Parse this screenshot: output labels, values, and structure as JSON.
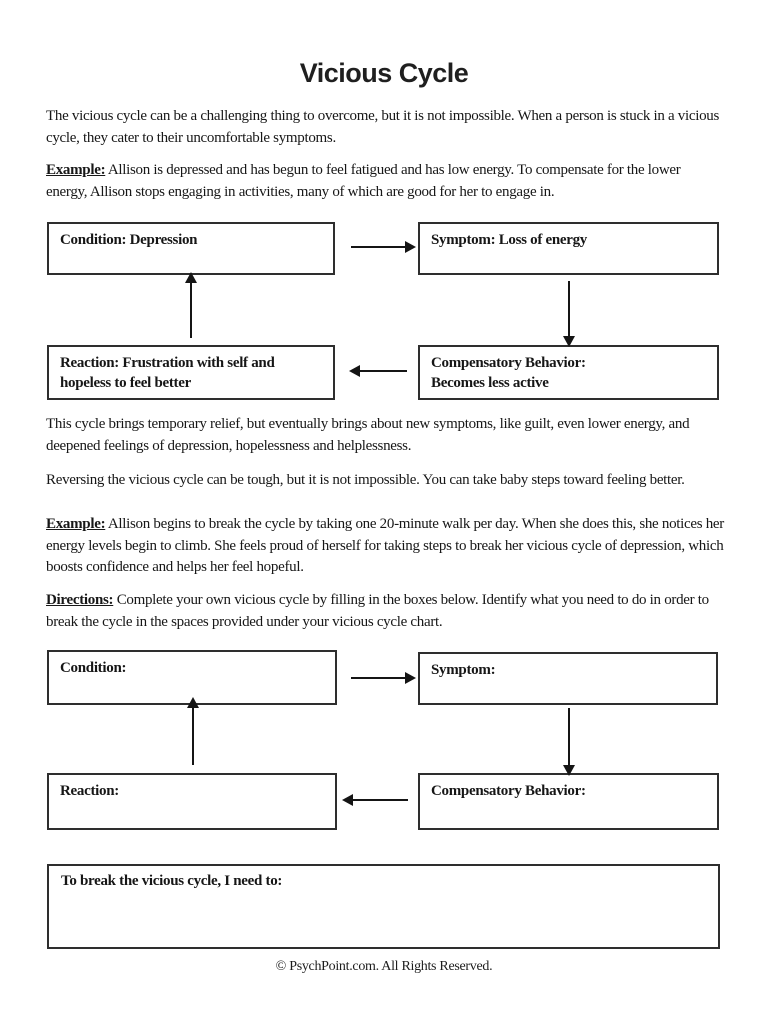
{
  "page": {
    "title": "Vicious Cycle",
    "intro": "The vicious cycle can be a challenging thing to overcome, but it is not impossible. When a person is stuck in a vicious cycle, they cater to their uncomfortable symptoms.",
    "example1": {
      "lead": "Example:",
      "text": " Allison is depressed and has begun to feel fatigued and has low energy. To compensate for the lower energy, Allison stops engaging in activities, many of which are good for her to engage in."
    },
    "relief": "This cycle brings temporary relief, but eventually brings about new symptoms, like guilt, even lower energy, and deepened feelings of depression, hopelessness and helplessness.",
    "reversing": "Reversing the vicious cycle can be tough, but it is not impossible. You can take baby steps toward feeling better.",
    "example2": {
      "lead": "Example:",
      "text": " Allison begins to break the cycle by taking one 20-minute walk per day. When she does this, she notices her energy levels begin to climb. She feels proud of herself for taking steps to break her vicious cycle of depression, which boosts confidence and helps her feel hopeful."
    },
    "directions": {
      "lead": "Directions:",
      "text": " Complete your own vicious cycle by filling in the boxes below. Identify what you need to do in order to break the cycle in the spaces provided under your vicious cycle chart."
    },
    "footer": "© PsychPoint.com.  All Rights Reserved."
  },
  "example_diagram": {
    "condition": "Condition: Depression",
    "symptom": "Symptom: Loss of energy",
    "compensatory": "Compensatory Behavior:\nBecomes less active",
    "reaction": "Reaction: Frustration with self and\nhopeless to feel better"
  },
  "blank_diagram": {
    "condition": "Condition:",
    "symptom": "Symptom:",
    "compensatory": "Compensatory Behavior:",
    "reaction": "Reaction:"
  },
  "break_box": {
    "label": "To break the vicious cycle, I need to:"
  }
}
